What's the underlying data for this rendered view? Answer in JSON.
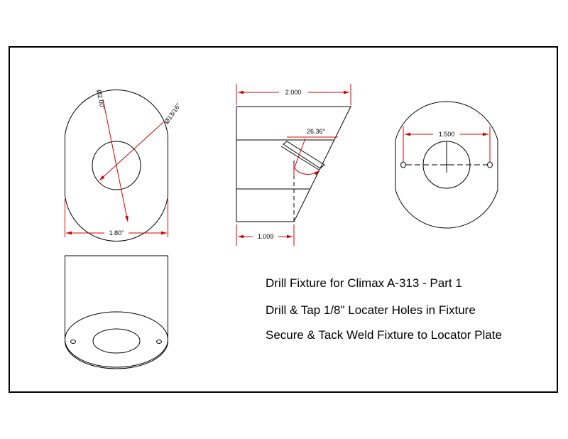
{
  "colors": {
    "outline": "#000000",
    "dimension": "#d40000",
    "background": "#ffffff"
  },
  "dimensions": {
    "outer_diameter": "Ø2.00\"",
    "bore_diameter": "Ø13/16\"",
    "width_front": "1.80\"",
    "length_side": "2.000",
    "angle": "26.36°",
    "offset": "1.009",
    "hole_spacing": "1.500"
  },
  "notes": {
    "title": "Drill Fixture for Climax A-313 - Part 1",
    "line2": "Drill & Tap 1/8\" Locater Holes in Fixture",
    "line3": "Secure & Tack Weld Fixture to Locator Plate"
  }
}
